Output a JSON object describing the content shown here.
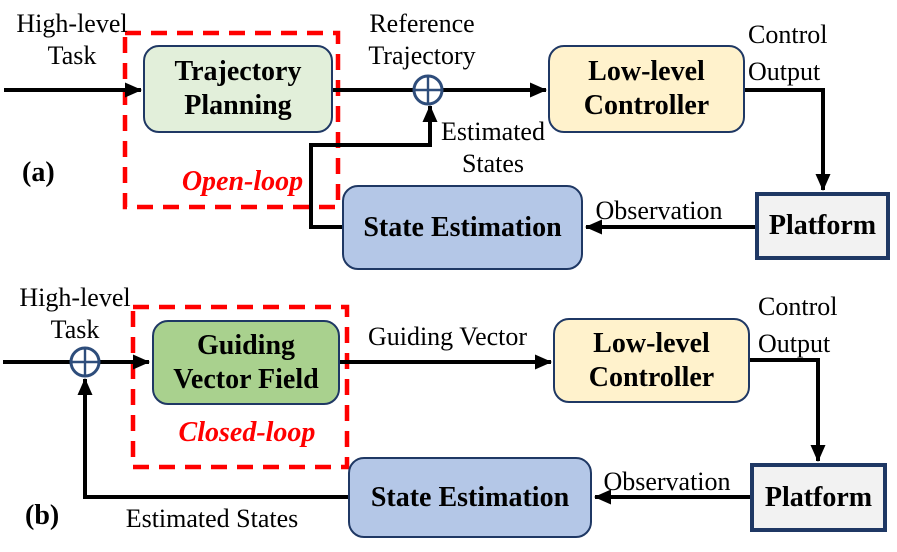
{
  "colors": {
    "line": "#000000",
    "navy": "#1f3864",
    "sum": "#2e4d7b",
    "red": "#ff0000",
    "text": "#000000",
    "green_light": "#e2efda",
    "green": "#a9d18e",
    "cream": "#fff2cc",
    "blue_light": "#b4c7e7",
    "gray_light": "#f2f2f2"
  },
  "a": {
    "panel": "(a)",
    "loop": "Open-loop",
    "high_level": [
      "High-level",
      "Task"
    ],
    "planner": [
      "Trajectory",
      "Planning"
    ],
    "reference": [
      "Reference",
      "Trajectory"
    ],
    "estimated": [
      "Estimated",
      "States"
    ],
    "controller": [
      "Low-level",
      "Controller"
    ],
    "control_output": [
      "Control",
      "Output"
    ],
    "platform": "Platform",
    "observation": "Observation",
    "state_estimation": "State Estimation"
  },
  "b": {
    "panel": "(b)",
    "loop": "Closed-loop",
    "high_level": [
      "High-level",
      "Task"
    ],
    "gvf": [
      "Guiding",
      "Vector Field"
    ],
    "guiding_vector": "Guiding Vector",
    "controller": [
      "Low-level",
      "Controller"
    ],
    "control_output": [
      "Control",
      "Output"
    ],
    "platform": "Platform",
    "observation": "Observation",
    "state_estimation": "State Estimation",
    "estimated_states": "Estimated States"
  }
}
